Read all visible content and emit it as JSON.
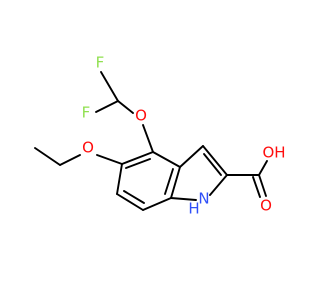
{
  "molecule": {
    "atoms": {
      "F1": "F",
      "F2": "F",
      "O_ether_top": "O",
      "O_ethoxy": "O",
      "O_hydroxyl": "OH",
      "O_carbonyl": "O",
      "N_H": "H",
      "N": "N"
    },
    "colors": {
      "bond": "#000000",
      "F": "#90e050",
      "O": "#ff0d0d",
      "N": "#3050f8"
    }
  }
}
